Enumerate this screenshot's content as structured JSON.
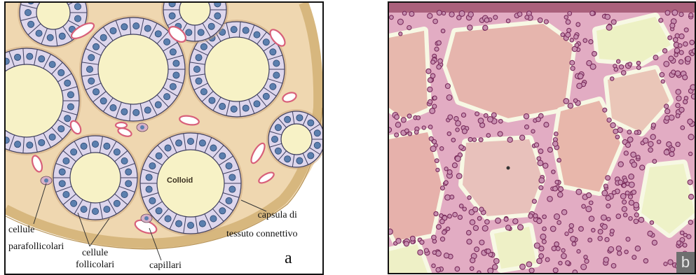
{
  "panel_a": {
    "colloid": "Colloid",
    "labels": {
      "parafollicular": [
        "cellule",
        "parafollicolari"
      ],
      "follicular": [
        "cellule",
        "follicolari"
      ],
      "capillaries": "capillari",
      "capsule": [
        "capsula di",
        "tessuto connettivo"
      ]
    },
    "letter": "a"
  },
  "panel_b": {
    "letter": "b"
  },
  "colors": {
    "colloid": "#f7f2c6",
    "cell": "#ddd6ec",
    "nucleus": "#5b7fae",
    "connective": "#efd7b0",
    "capillary": "#d8607a",
    "capsule": "#d7b77e",
    "stain": "#d98fb1"
  }
}
